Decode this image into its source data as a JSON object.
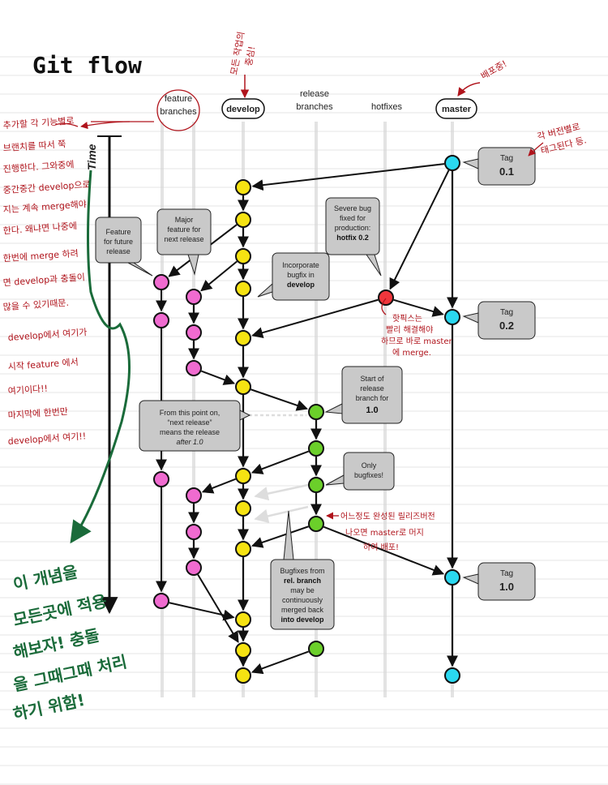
{
  "title": "Git flow",
  "columns": {
    "feature": [
      "feature",
      "branches"
    ],
    "develop": "develop",
    "release": [
      "release",
      "branches"
    ],
    "hotfixes": "hotfixes",
    "master": "master"
  },
  "time_label": "Time",
  "notes": {
    "feature_future": [
      "Feature",
      "for future",
      "release"
    ],
    "major_feature": [
      "Major",
      "feature for",
      "next release"
    ],
    "severe_bug": [
      "Severe bug",
      "fixed for",
      "production:",
      "hotfix 0.2"
    ],
    "incorporate": [
      "Incorporate",
      "bugfix in",
      "develop"
    ],
    "start_release": [
      "Start of",
      "release",
      "branch for",
      "1.0"
    ],
    "from_this_point": [
      "From this point on,",
      "“next release”",
      "means the release",
      "after 1.0"
    ],
    "only_bugfixes": [
      "Only",
      "bugfixes!"
    ],
    "bugfixes_from": [
      "Bugfixes from",
      "rel. branch",
      "may be",
      "continuously",
      "merged back",
      "into develop"
    ]
  },
  "tags": [
    {
      "label": "Tag",
      "value": "0.1"
    },
    {
      "label": "Tag",
      "value": "0.2"
    },
    {
      "label": "Tag",
      "value": "1.0"
    }
  ],
  "handwriting": {
    "top_develop": [
      "모든 작업의",
      "중심!"
    ],
    "top_master": "배포중!",
    "tag_note": [
      "각 버전별로",
      "태그된다 등."
    ],
    "hotfix_note": [
      "핫픽스는",
      "빨리 해결해야",
      "하므로 바로 master",
      "에 merge."
    ],
    "release_note": [
      "어느정도 완성된 릴리즈버전",
      "나오면 master로 머지",
      "하여 배포!"
    ],
    "left_note": [
      "추가할 각 기능별로",
      "브랜치를 따서 쭉",
      "진행한다. 그와중에",
      "중간중간 develop으로",
      "지는 계속 merge해야",
      "한다. 왜냐면 나중에",
      "한번에 merge 하려",
      "면 develop과 충돌이",
      "많을 수 있기때문.",
      "develop에서 여기가",
      "시작 feature 에서",
      "여기이다!!",
      "마지막에 한번만",
      "develop에서 여기!!"
    ],
    "green_note": [
      "이 개념을",
      "모든곳에 적용",
      "해보자! 충돌",
      "을 그때그때 처리",
      "하기 위함!"
    ]
  },
  "colors": {
    "develop": "#f6e312",
    "feature": "#f06bd0",
    "release": "#6bcf2a",
    "hotfix": "#f0363c",
    "master": "#2ad8f0",
    "callout": "#c9c9c9",
    "handwriting_red": "#b0141c",
    "handwriting_green": "#1a6b3a"
  }
}
